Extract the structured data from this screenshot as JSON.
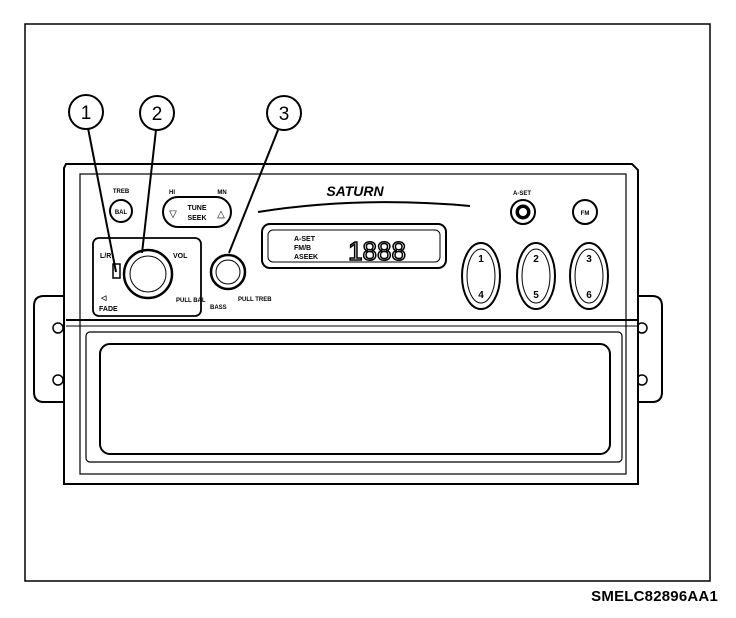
{
  "callouts": [
    "1",
    "2",
    "3"
  ],
  "brand": "SATURN",
  "labels": {
    "treb": "TREB",
    "bal": "BAL",
    "hi": "HI",
    "mn": "MN",
    "tune": "TUNE",
    "seek": "SEEK",
    "aset": "A-SET",
    "l_r": "L/R",
    "vol": "VOL",
    "fade": "FADE",
    "pull_bal": "PULL BAL",
    "bass": "BASS",
    "pull_treb": "PULL TREB",
    "disp_aset": "A-SET",
    "disp_fmb": "FM/B",
    "disp_aseek": "ASEEK",
    "display_value": "1888",
    "preset_1": "1",
    "preset_4": "4",
    "preset_2": "2",
    "preset_5": "5",
    "preset_3": "3",
    "preset_6": "6",
    "fm_am": "FM"
  },
  "figure_code": "SMELC82896AA1",
  "colors": {
    "ink": "#000000",
    "paper": "#ffffff"
  }
}
